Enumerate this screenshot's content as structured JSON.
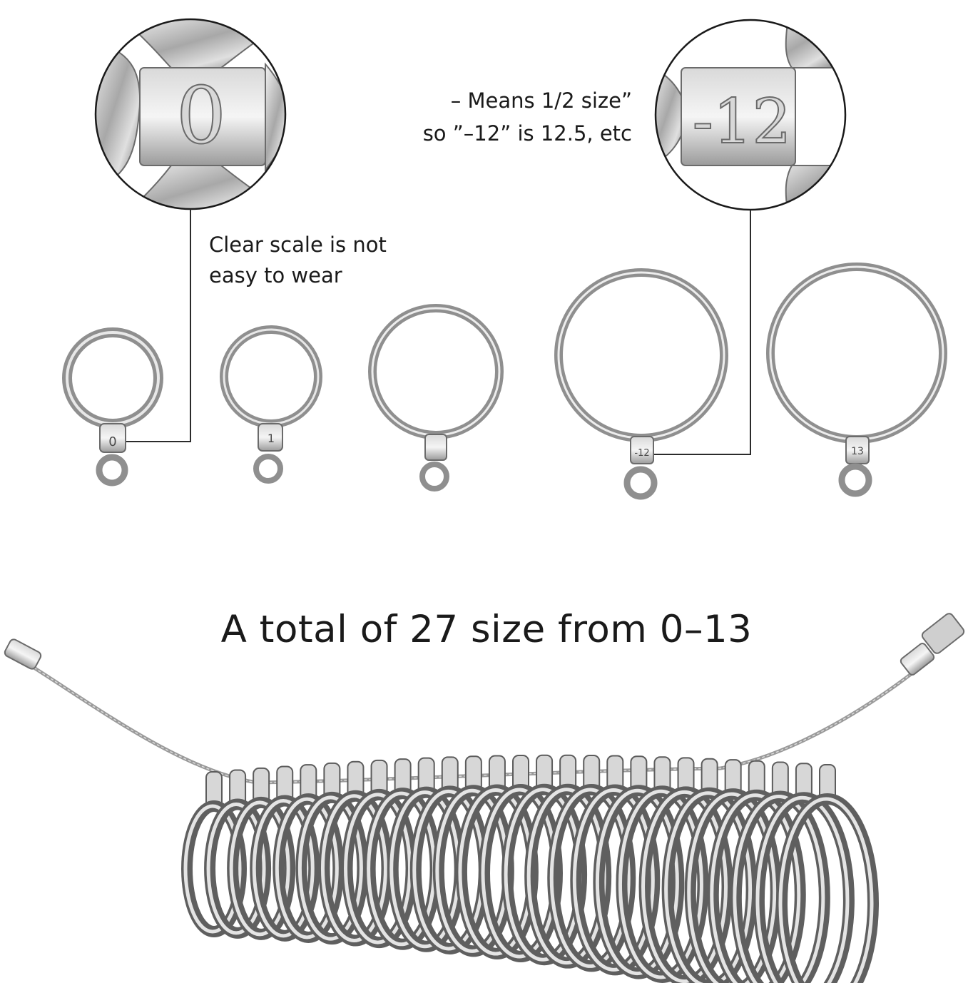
{
  "annotations": {
    "half_size_line1": "– Means 1/2 size”",
    "half_size_line2": "so ”–12” is 12.5,  etc",
    "clear_scale_line1": "Clear scale is not",
    "clear_scale_line2": "easy to wear"
  },
  "zoom_stamps": {
    "left": "0",
    "right": "-12"
  },
  "ring_stamps": [
    "0",
    "1",
    "",
    "-12",
    "13"
  ],
  "headline": "A total of 27 size from 0–13",
  "ring_count": 27,
  "colors": {
    "metal_light": "#e6e6e6",
    "metal_mid": "#a9a9a9",
    "metal_dark": "#5c5c5c",
    "leader_line": "#2b2b2b"
  }
}
